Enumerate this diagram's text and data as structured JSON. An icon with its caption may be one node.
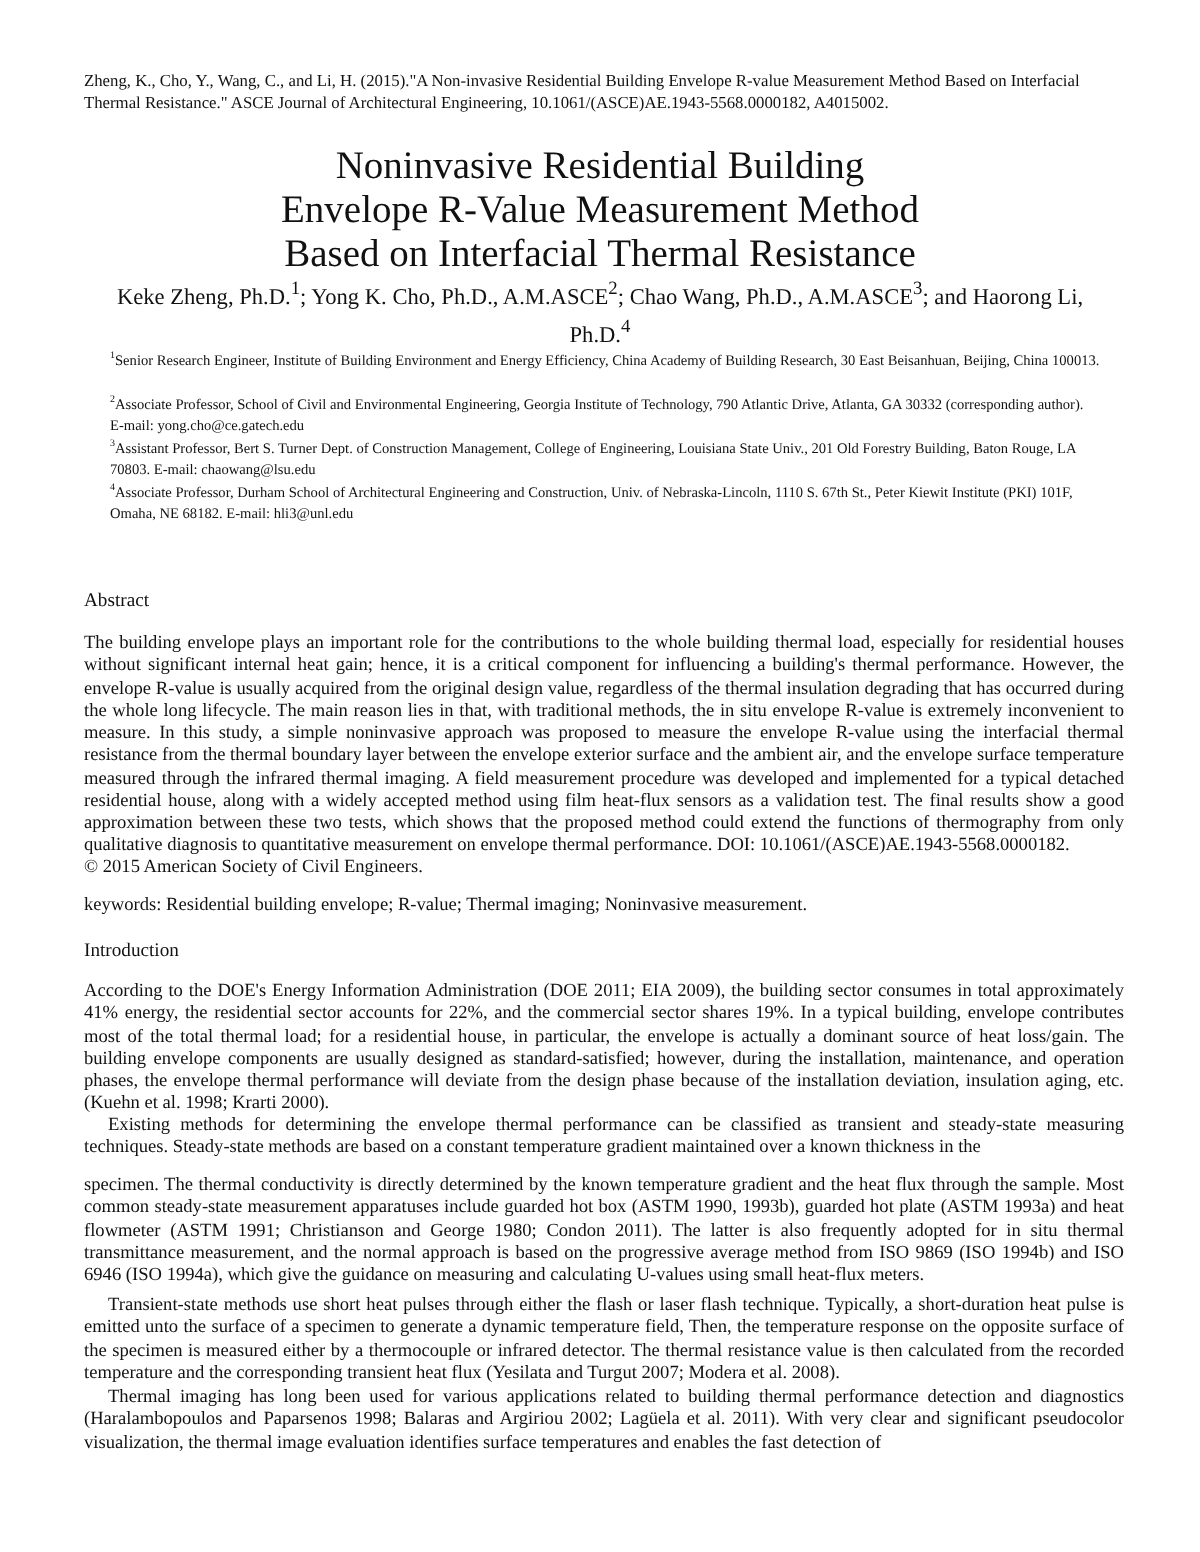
{
  "diagram": {
    "title": "Noninvasive Residential Building Envelope R-Value Measurement Method Based on Interfacial Thermal Resistance",
    "labels": [
      "Zheng, K., Cho, Y., Wang, C., and Li, H. (2015).\"A Non-invasive Residential Building Envelope R-value Measurement Method Based on Interfacial Thermal Resistance.\" ASCE Journal of Architectural Engineering, 10.1061/(ASCE)AE.1943-5568.0000182, A4015002.",
      "Keke Zheng, Ph.D.$^{1}$; Yong K. Cho, Ph.D., A.M.ASCE$^{2}$; Chao Wang, Ph.D., A.M.ASCE$^{3}$; and Haorong Li, Ph.D.$^{4}$",
      "$^{1}$Senior Research Engineer, Institute of Building Environment and Energy Efficiency, China Academy of Building Research, 30 East Beisanhuan, Beijing, China 100013.",
      "$^{2}$Associate Professor, School of Civil and Environmental Engineering, Georgia Institute of Technology, 790 Atlantic Drive, Atlanta, GA 30332 (corresponding author). E-mail: yong.cho@ce.gatech.edu",
      "$^{3}$Assistant Professor, Bert S. Turner Dept. of Construction Management, College of Engineering, Louisiana State Univ., 201 Old Forestry Building, Baton Rouge, LA 70803. E-mail: chaowang@lsu.edu",
      "$^{4}$Associate Professor, Durham School of Architectural Engineering and Construction, Univ. of Nebraska-Lincoln, 1110 S. 67th St., Peter Kiewit Institute (PKI) 101F, Omaha, NE 68182. E-mail: hli3@unl.edu",
      "Abstract",
      "The building envelope plays an important role for the contributions to the whole building thermal load, especially for residential houses without significant internal heat gain; hence, it is a critical component for influencing a building's thermal performance. However, the envelope R-value is usually acquired from the original design value, regardless of the thermal insulation degrading that has occurred during the whole long lifecycle. The main reason lies in that, with traditional methods, the in situ envelope R-value is extremely inconvenient to measure. In this study, a simple noninvasive approach was proposed to measure the envelope R-value using the interfacial thermal resistance from the thermal boundary layer between the envelope exterior surface and the ambient air, and the envelope surface temperature measured through the infrared thermal imaging. A field measurement procedure was developed and implemented for a typical detached residential house, along with a widely accepted method using film heat-flux sensors as a validation test. The final results show a good approximation between these two tests, which shows that the proposed method could extend the functions of thermography from only qualitative diagnosis to quantitative measurement on envelope thermal performance. DOI: 10.1061/(ASCE)AE.1943-5568.0000182.",
      "© 2015 American Society of Civil Engineers.",
      "keywords: Residential building envelope; R-value; Thermal imaging; Noninvasive measurement.",
      "Introduction",
      "According to the DOE's Energy Information Administration (DOE 2011; EIA 2009), the building sector consumes in total approximately 41% energy, the residential sector accounts for 22%, and the commercial sector shares 19%. In a typical building, envelope contributes most of the total thermal load; for a residential house, in particular, the envelope is actually a dominant source of heat loss/gain. The building envelope components are usually designed as standard-satisfied; however, during the installation, maintenance, and operation phases, the envelope thermal performance will deviate from the design phase because of the installation deviation, insulation aging, etc. (Kuehn et al. 1998; Krarti 2000).",
      "Existing methods for determining the envelope thermal performance can be classified as transient and steady-state measuring techniques. Steady-state methods are based on a constant temperature gradient maintained over a known thickness in the",
      "specimen. The thermal conductivity is directly determined by the known temperature gradient and the heat flux through the sample. Most common steady-state measurement apparatuses include guarded hot box (ASTM 1990, 1993b), guarded hot plate (ASTM 1993a) and heat flowmeter (ASTM 1991; Christianson and George 1980; Condon 2011). The latter is also frequently adopted for in situ thermal transmittance measurement, and the normal approach is based on the progressive average method from ISO 9869 (ISO 1994b) and ISO 6946 (ISO 1994a), which give the guidance on measuring and calculating U-values using small heat-flux meters.",
      "Transient-state methods use short heat pulses through either the flash or laser flash technique. Typically, a short-duration heat pulse is emitted unto the surface of a specimen to generate a dynamic temperature field, Then, the temperature response on the opposite surface of the specimen is measured either by a thermocouple or infrared detector. The thermal resistance value is then calculated from the recorded temperature and the corresponding transient heat flux (Yesilata and Turgut 2007; Modera et al. 2008).",
      "Thermal imaging has long been used for various applications related to building thermal performance detection and diagnostics (Haralambopoulos and Paparsenos 1998; Balaras and Argiriou 2002; Lagüela et al. 2011). With very clear and significant pseudocolor visualization, the thermal image evaluation identifies surface temperatures and enables the fast detection of"
    ]
  }
}
